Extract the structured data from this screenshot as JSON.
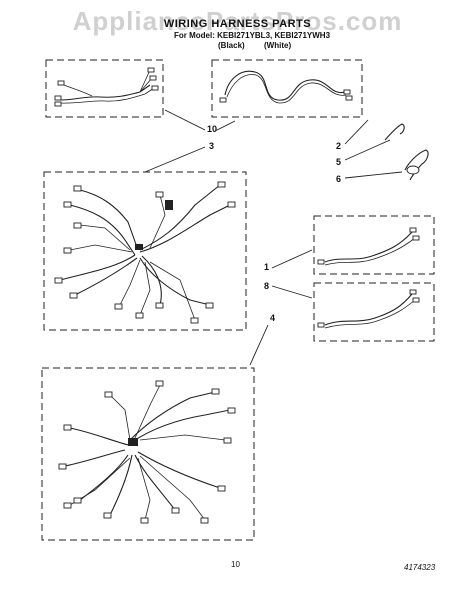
{
  "watermark": "AppliancePartsPros.com",
  "title": "WIRING HARNESS PARTS",
  "model_line": "For Model: KEBI271YBL3,  KEBI271YWH3",
  "color_black": "(Black)",
  "color_white": "(White)",
  "callouts": {
    "c10": "10",
    "c3": "3",
    "c2": "2",
    "c5": "5",
    "c6": "6",
    "c1": "1",
    "c8": "8",
    "c4": "4"
  },
  "page_number": "10",
  "document_number": "4174323"
}
